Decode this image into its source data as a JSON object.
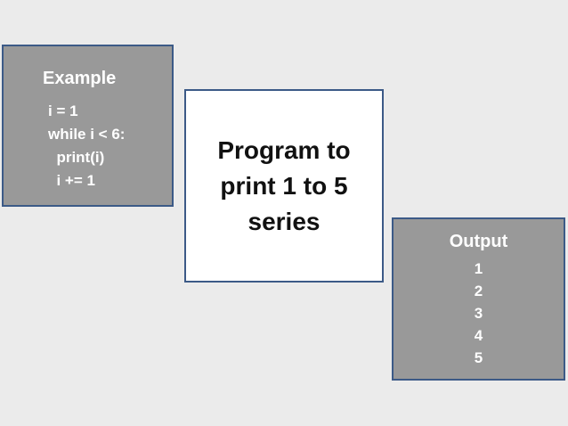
{
  "colors": {
    "background": "#ebebeb",
    "accent_border": "#3c5a87",
    "box_fill": "#999999",
    "box_text": "#ffffff",
    "title_fill": "#ffffff",
    "title_text": "#111111"
  },
  "example_box": {
    "heading": "Example",
    "code_lines": [
      "i = 1",
      "while i < 6:",
      "  print(i)",
      "  i += 1"
    ]
  },
  "title_box": {
    "lines": [
      "Program to",
      "print 1 to 5",
      "series"
    ]
  },
  "output_box": {
    "heading": "Output",
    "values": [
      "1",
      "2",
      "3",
      "4",
      "5"
    ]
  }
}
